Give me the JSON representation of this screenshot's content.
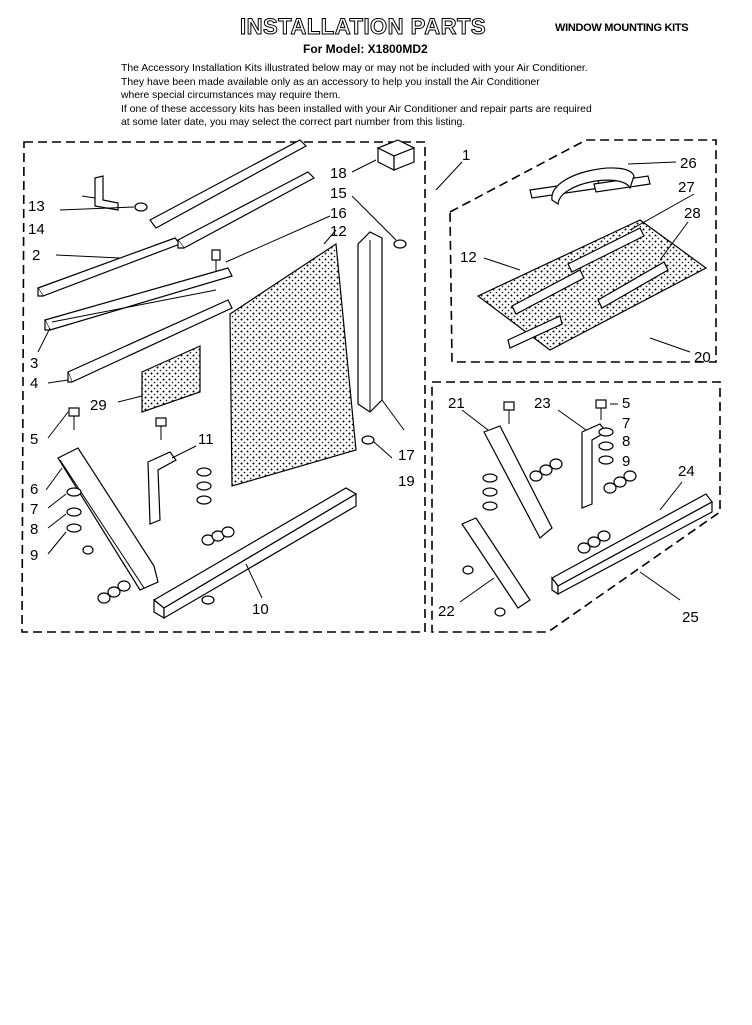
{
  "header": {
    "title": "INSTALLATION PARTS",
    "section": "WINDOW MOUNTING KITS",
    "model": "For Model: X1800MD2"
  },
  "intro": [
    "The Accessory Installation Kits illustrated below may or may not be included with your Air Conditioner.",
    "They have been made available only as an accessory to help you install the Air Conditioner",
    "where special circumstances may require them.",
    "If one of these accessory kits has been installed with your Air Conditioner and repair parts are required",
    "at some later date, you may select the correct part number from this listing."
  ],
  "callouts": {
    "left": [
      "13",
      "14",
      "2",
      "3",
      "4",
      "29",
      "5",
      "6",
      "7",
      "8",
      "9",
      "11",
      "10",
      "18",
      "15",
      "16",
      "12",
      "17",
      "19"
    ],
    "right_top": [
      "1",
      "26",
      "27",
      "28",
      "12",
      "20"
    ],
    "right_bottom": [
      "21",
      "23",
      "5",
      "7",
      "8",
      "9",
      "24",
      "22",
      "25"
    ]
  }
}
